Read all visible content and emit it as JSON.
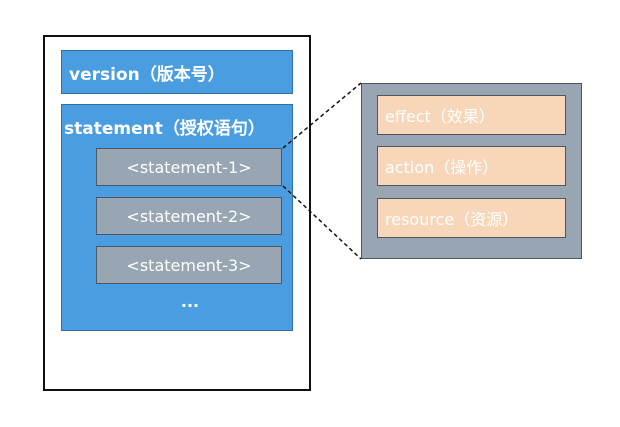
{
  "policy": {
    "version_label": "version（版本号）",
    "statement_label": "statement（授权语句）",
    "statements": [
      "<statement-1>",
      "<statement-2>",
      "<statement-3>"
    ],
    "ellipsis": "..."
  },
  "statement_detail": {
    "fields": [
      "effect（效果）",
      "action（操作）",
      "resource（资源）"
    ]
  },
  "colors": {
    "blue_box": "#4a9de0",
    "gray_box": "#98a5b3",
    "peach_box": "#f8d6b9",
    "frame": "#111111"
  }
}
